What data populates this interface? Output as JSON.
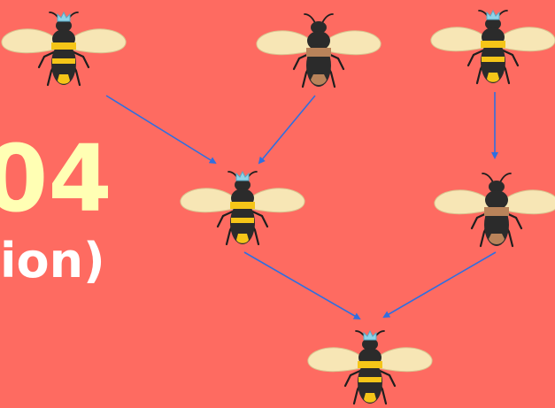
{
  "slide": {
    "number_fragment": "04",
    "subtitle_fragment": "ion)"
  },
  "colors": {
    "background": "#fe6b61",
    "number_text": "#ffffb4",
    "subtitle_text": "#ffffff",
    "arrow": "#2f6fe0",
    "bee_stripe_yellow": "#f5c518",
    "bee_stripe_brown": "#b9835a",
    "bee_body_dark": "#2b2b2b",
    "wing": "#f7e6b5",
    "crown": "#8fd3e8"
  },
  "bees": [
    {
      "id": "queen-parent-left",
      "type": "queen",
      "crown": true,
      "stripe": "yellow"
    },
    {
      "id": "drone-parent-middle",
      "type": "drone",
      "crown": false,
      "stripe": "brown"
    },
    {
      "id": "queen-parent-right",
      "type": "queen",
      "crown": true,
      "stripe": "yellow"
    },
    {
      "id": "queen-child-left",
      "type": "queen",
      "crown": true,
      "stripe": "yellow"
    },
    {
      "id": "drone-child-right",
      "type": "drone",
      "crown": false,
      "stripe": "brown"
    },
    {
      "id": "queen-grandchild",
      "type": "queen",
      "crown": true,
      "stripe": "yellow"
    }
  ],
  "edges": [
    {
      "from": "queen-parent-left",
      "to": "queen-child-left"
    },
    {
      "from": "drone-parent-middle",
      "to": "queen-child-left"
    },
    {
      "from": "queen-parent-right",
      "to": "drone-child-right"
    },
    {
      "from": "queen-child-left",
      "to": "queen-grandchild"
    },
    {
      "from": "drone-child-right",
      "to": "queen-grandchild"
    }
  ]
}
